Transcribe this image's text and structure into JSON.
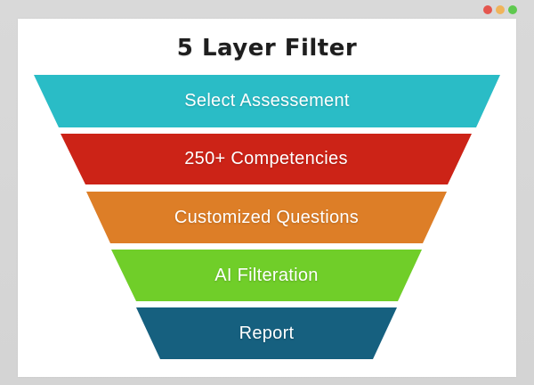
{
  "title": "5 Layer Filter",
  "window": {
    "controls": [
      {
        "name": "red",
        "color": "#e4564e"
      },
      {
        "name": "amber",
        "color": "#f0b45b"
      },
      {
        "name": "green",
        "color": "#5fc94f"
      }
    ]
  },
  "funnel": {
    "layers": [
      {
        "label": "Select Assessement",
        "color": "#2abcc6"
      },
      {
        "label": "250+ Competencies",
        "color": "#cc2317"
      },
      {
        "label": "Customized Questions",
        "color": "#dd7e27"
      },
      {
        "label": "AI Filteration",
        "color": "#70ce29"
      },
      {
        "label": "Report",
        "color": "#16607f"
      }
    ]
  },
  "colors": {
    "frame_background": "#d6d6d6",
    "card_background": "#ffffff",
    "title_text": "#1e1e1e",
    "layer_text": "#ffffff"
  }
}
